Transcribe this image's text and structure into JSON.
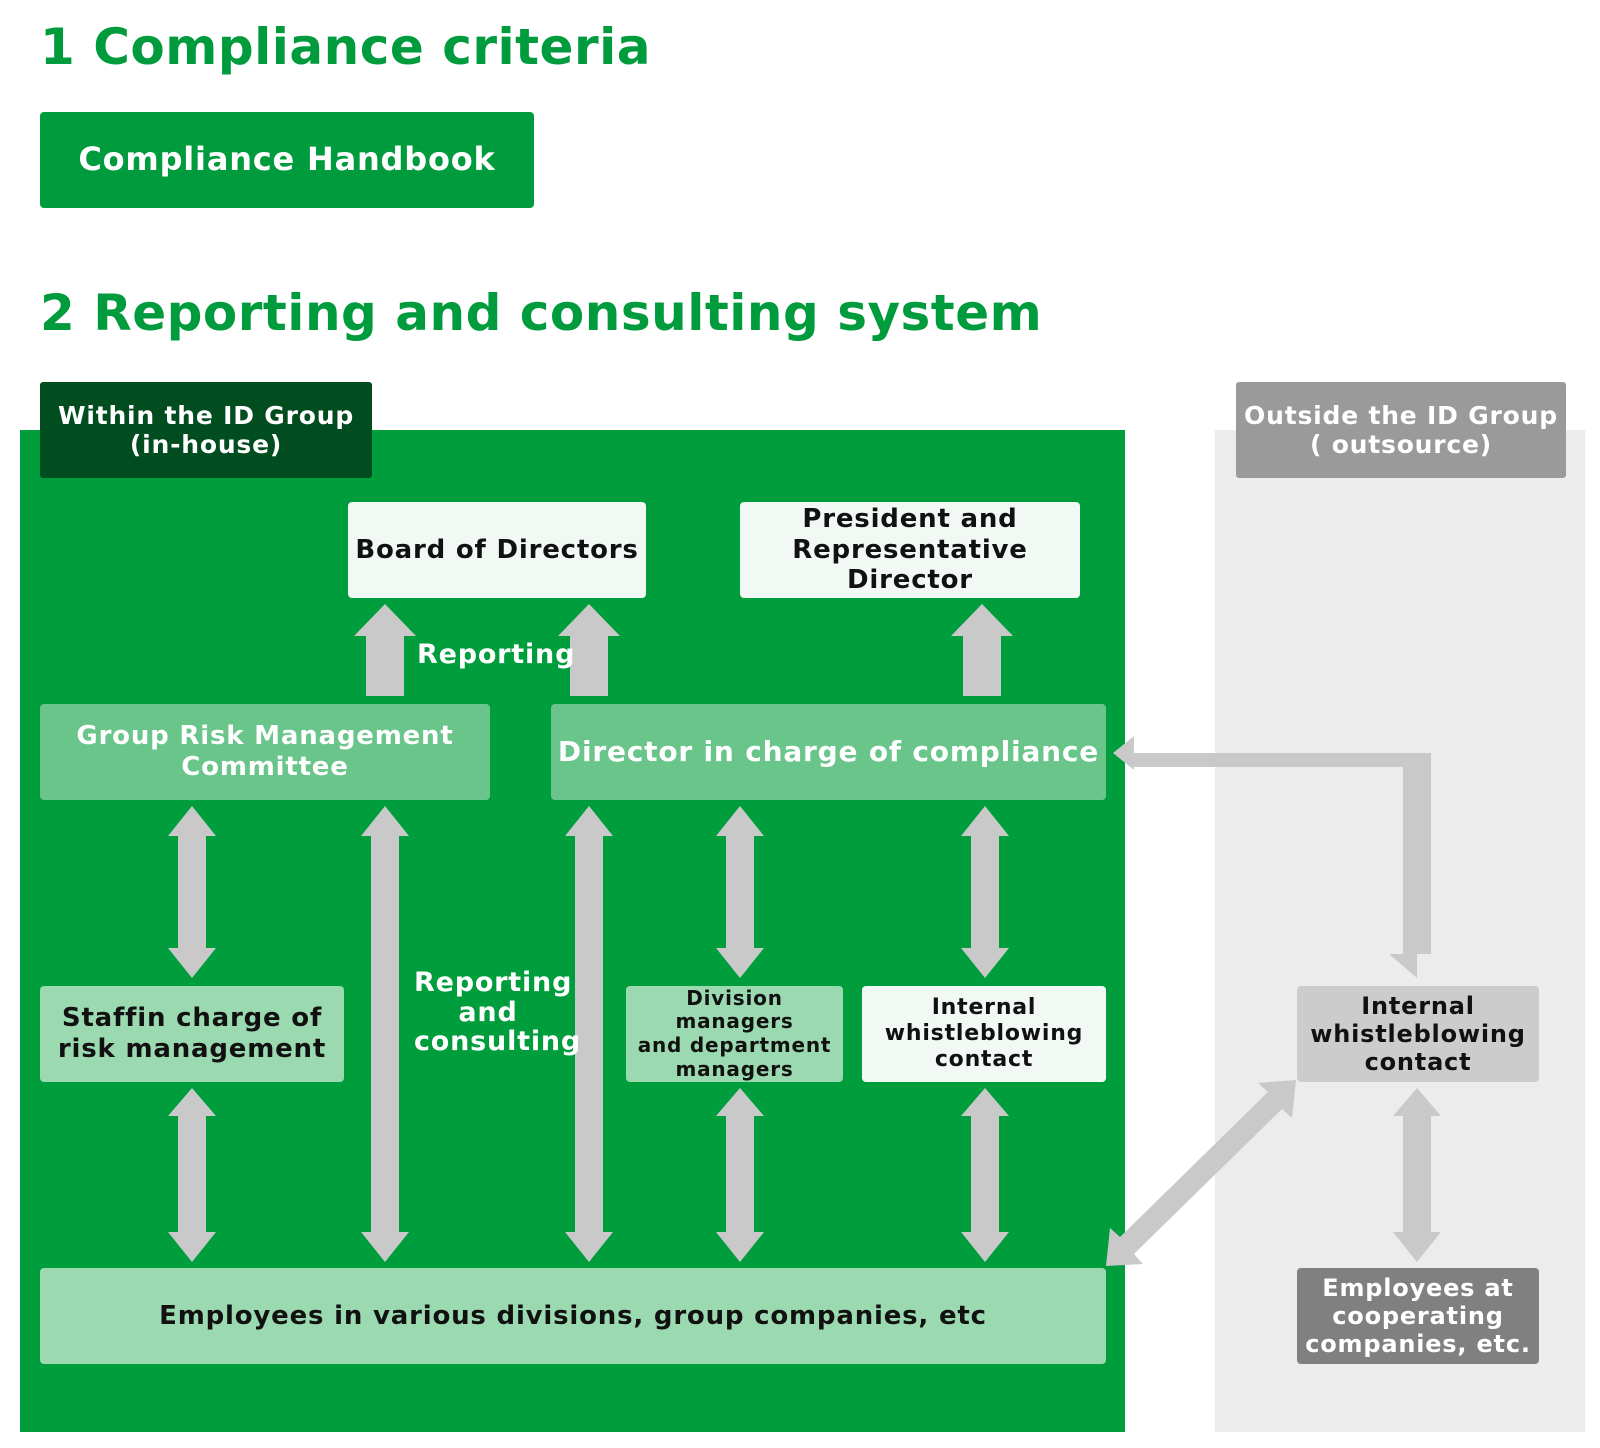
{
  "section1": {
    "title": "1 Compliance criteria",
    "handbook_label": "Compliance Handbook"
  },
  "section2": {
    "title": "2 Reporting and consulting system",
    "inside": {
      "tab": [
        "Within the ID Group",
        "(in-house)"
      ],
      "board": "Board of Directors",
      "president": [
        "President and",
        "Representative",
        "Director"
      ],
      "reporting_label": "Reporting",
      "grmc": [
        "Group Risk Management",
        "Committee"
      ],
      "director_compliance": "Director in charge of compliance",
      "staff": [
        "Staffin charge of",
        "risk management"
      ],
      "consulting_label": [
        "Reporting",
        "and",
        "consulting"
      ],
      "division_managers": [
        "Division managers",
        "and department",
        "managers"
      ],
      "internal_contact": [
        "Internal",
        "whistleblowing",
        "contact"
      ],
      "employees": "Employees in various divisions, group companies, etc"
    },
    "outside": {
      "tab": [
        "Outside the ID Group",
        "( outsource)"
      ],
      "external_contact": [
        "Internal",
        "whistleblowing",
        "contact"
      ],
      "cooperating": [
        "Employees at",
        "cooperating",
        "companies, etc."
      ]
    }
  },
  "colors": {
    "brand_green": "#009b3c",
    "dark_green": "#014d20",
    "mid_green": "#6ac58a",
    "light_green": "#9bd9b0",
    "arrow_gray": "#c9c9c9",
    "outside_panel": "#ececec"
  }
}
